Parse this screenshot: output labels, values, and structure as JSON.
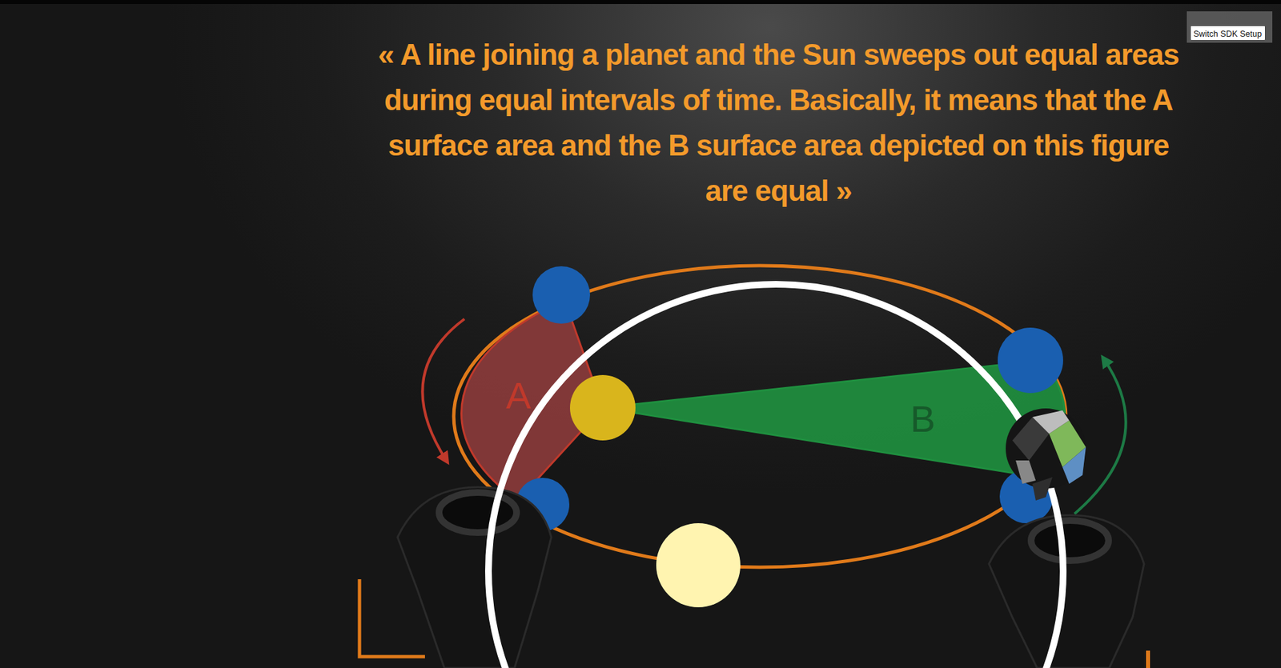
{
  "diagram": {
    "title": "« A line joining a planet and the Sun sweeps out equal areas during equal intervals of time. Basically, it means that the A surface area and the B surface area depicted on this figure are equal »",
    "nodes": [
      {
        "text": [
          "A"
        ]
      },
      {
        "text": [
          "B"
        ]
      },
      {
        "text": [
          "Switch SDK Setup"
        ]
      }
    ]
  }
}
